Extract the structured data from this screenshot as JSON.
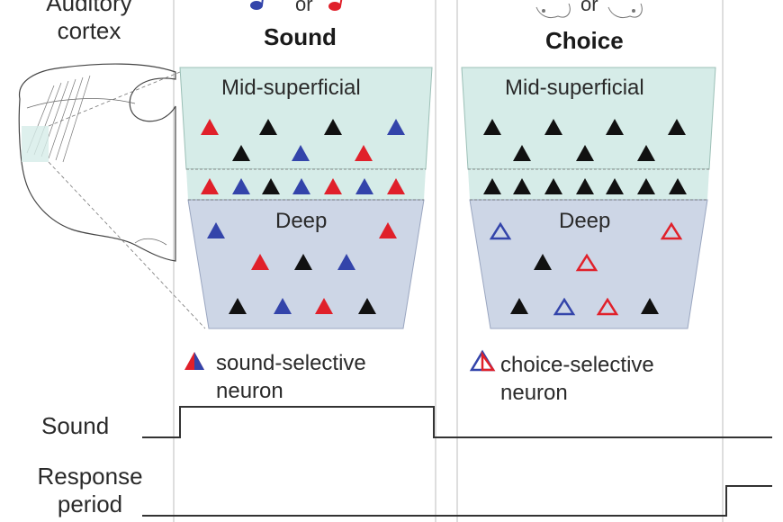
{
  "top_left_label": "Auditory\ncortex",
  "sound_panel": {
    "title": "Sound",
    "or_word": "or",
    "upper_label": "Mid-superficial",
    "lower_label": "Deep",
    "legend": "sound-selective\nneuron"
  },
  "choice_panel": {
    "title": "Choice",
    "or_word": "or",
    "upper_label": "Mid-superficial",
    "lower_label": "Deep",
    "legend": "choice-selective\nneuron"
  },
  "timing": {
    "sound_label": "Sound",
    "response_label": "Response\nperiod"
  },
  "colors": {
    "red": "#e0202a",
    "blue": "#3344aa",
    "black": "#111111",
    "upper_fill": "#d6ece8",
    "lower_fill": "#cdd6e6"
  }
}
